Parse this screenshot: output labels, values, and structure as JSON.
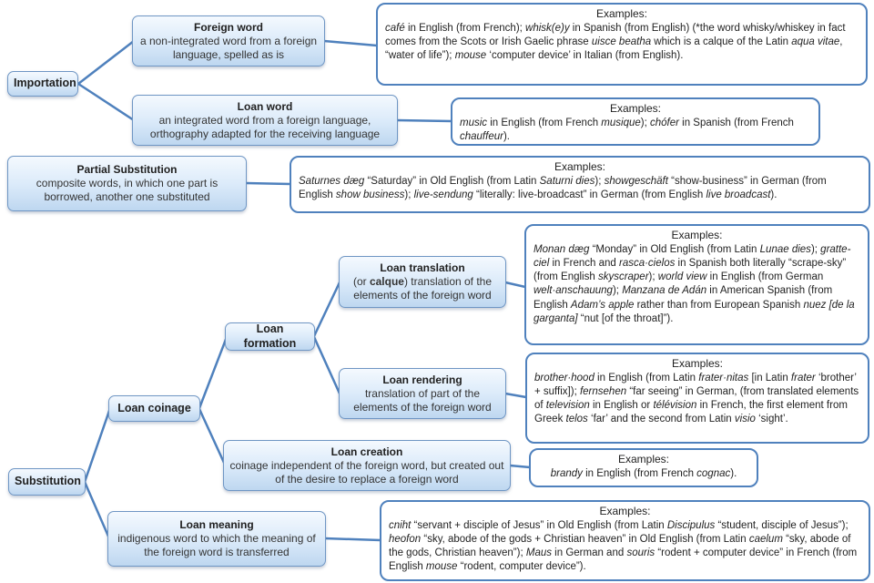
{
  "colors": {
    "accent": "#4f81bd",
    "node_border": "#6f96c4",
    "node_fill_top": "#f4f9fe",
    "node_fill_bottom": "#bed7f0",
    "example_border": "#4f81bd",
    "text": "#262626"
  },
  "nodes": {
    "importation": {
      "label": "Importation"
    },
    "foreign_word": {
      "title": "Foreign word",
      "desc": "a non-integrated word from a foreign language, spelled as is"
    },
    "loan_word": {
      "title": "Loan word",
      "desc": "an integrated word from a foreign language, orthography adapted for the receiving language"
    },
    "partial_substitution": {
      "title": "Partial Substitution",
      "desc": "composite words, in which one part is borrowed, another one substituted"
    },
    "substitution": {
      "label": "Substitution"
    },
    "loan_coinage": {
      "label": "Loan coinage"
    },
    "loan_formation": {
      "label": "Loan formation"
    },
    "loan_translation": {
      "title": "Loan translation",
      "desc_rich": [
        {
          "t": "(or "
        },
        {
          "t": "calque",
          "b": true
        },
        {
          "t": ") translation of the elements of the foreign word"
        }
      ]
    },
    "loan_rendering": {
      "title": "Loan rendering",
      "desc": "translation of part of the elements of the foreign word"
    },
    "loan_creation": {
      "title": "Loan creation",
      "desc": "coinage independent of the foreign word, but created out of the desire to replace a foreign word"
    },
    "loan_meaning": {
      "title": "Loan meaning",
      "desc": "indigenous word to which the meaning of the foreign word is transferred"
    }
  },
  "examples": {
    "foreign_word": {
      "heading": "Examples:",
      "body": [
        {
          "t": "café",
          "i": true
        },
        {
          "t": " in English (from French); "
        },
        {
          "t": "whisk(e)y",
          "i": true
        },
        {
          "t": " in Spanish (from English) (*the word whisky/whiskey in fact comes from the Scots or Irish Gaelic phrase "
        },
        {
          "t": "uisce beatha",
          "i": true
        },
        {
          "t": " which is a calque of the Latin "
        },
        {
          "t": "aqua vitae",
          "i": true
        },
        {
          "t": ", “water of life”); "
        },
        {
          "t": "mouse",
          "i": true
        },
        {
          "t": " ‘computer device’ in Italian (from English)."
        }
      ]
    },
    "loan_word": {
      "heading": "Examples:",
      "body": [
        {
          "t": "music",
          "i": true
        },
        {
          "t": " in English (from French "
        },
        {
          "t": "musique",
          "i": true
        },
        {
          "t": "); "
        },
        {
          "t": "chófer",
          "i": true
        },
        {
          "t": " in Spanish (from French "
        },
        {
          "t": "chauffeur",
          "i": true
        },
        {
          "t": ")."
        }
      ]
    },
    "partial_substitution": {
      "heading": "Examples:",
      "body": [
        {
          "t": "Saturnes dæg",
          "i": true
        },
        {
          "t": " “Saturday” in Old English (from Latin "
        },
        {
          "t": "Saturni dies",
          "i": true
        },
        {
          "t": "); "
        },
        {
          "t": "showgeschäft",
          "i": true
        },
        {
          "t": " “show-business” in German (from English "
        },
        {
          "t": "show business",
          "i": true
        },
        {
          "t": "); "
        },
        {
          "t": "live-sendung",
          "i": true
        },
        {
          "t": " “literally: live-broadcast” in German (from English "
        },
        {
          "t": "live broadcast",
          "i": true
        },
        {
          "t": ")."
        }
      ]
    },
    "loan_translation": {
      "heading": "Examples:",
      "body": [
        {
          "t": "Monan dæg",
          "i": true
        },
        {
          "t": " “Monday” in Old English (from Latin "
        },
        {
          "t": "Lunae dies",
          "i": true
        },
        {
          "t": "); "
        },
        {
          "t": "gratte-ciel",
          "i": true
        },
        {
          "t": " in French and "
        },
        {
          "t": "rasca·cielos",
          "i": true
        },
        {
          "t": " in Spanish both literally “scrape-sky” (from English "
        },
        {
          "t": "skyscraper",
          "i": true
        },
        {
          "t": "); "
        },
        {
          "t": "world view",
          "i": true
        },
        {
          "t": " in English (from German "
        },
        {
          "t": "welt·anschauung",
          "i": true
        },
        {
          "t": "); "
        },
        {
          "t": "Manzana de Adán",
          "i": true
        },
        {
          "t": " in American Spanish (from English "
        },
        {
          "t": "Adam’s apple",
          "i": true
        },
        {
          "t": " rather than from European Spanish "
        },
        {
          "t": "nuez [de la garganta]",
          "i": true
        },
        {
          "t": " “nut [of the throat]”)."
        }
      ]
    },
    "loan_rendering": {
      "heading": "Examples:",
      "body": [
        {
          "t": "brother·hood",
          "i": true
        },
        {
          "t": " in English (from Latin "
        },
        {
          "t": "frater·nitas",
          "i": true
        },
        {
          "t": " [in Latin "
        },
        {
          "t": "frater",
          "i": true
        },
        {
          "t": " ‘brother’ + suffix]); "
        },
        {
          "t": "fernsehen",
          "i": true
        },
        {
          "t": " “far seeing” in German, (from translated elements of "
        },
        {
          "t": "television",
          "i": true
        },
        {
          "t": " in English or "
        },
        {
          "t": "télévision",
          "i": true
        },
        {
          "t": " in French, the first element from Greek "
        },
        {
          "t": "telos",
          "i": true
        },
        {
          "t": " ‘far’ and the second from Latin "
        },
        {
          "t": "visio",
          "i": true
        },
        {
          "t": " ‘sight’."
        }
      ]
    },
    "loan_creation": {
      "heading": "Examples:",
      "body": [
        {
          "t": "brandy",
          "i": true
        },
        {
          "t": " in English (from French "
        },
        {
          "t": "cognac",
          "i": true
        },
        {
          "t": ")."
        }
      ]
    },
    "loan_meaning": {
      "heading": "Examples:",
      "body": [
        {
          "t": "cniht",
          "i": true
        },
        {
          "t": " “servant + disciple of Jesus” in Old English (from Latin "
        },
        {
          "t": "Discipulus",
          "i": true
        },
        {
          "t": " “student, disciple of Jesus”); "
        },
        {
          "t": "heofon",
          "i": true
        },
        {
          "t": " “sky, abode of the gods + Christian heaven” in Old English (from Latin "
        },
        {
          "t": "caelum",
          "i": true
        },
        {
          "t": " “sky, abode of the gods, Christian heaven”); "
        },
        {
          "t": "Maus",
          "i": true
        },
        {
          "t": " in German and "
        },
        {
          "t": "souris",
          "i": true
        },
        {
          "t": " “rodent + computer device” in French (from English "
        },
        {
          "t": "mouse",
          "i": true
        },
        {
          "t": " “rodent, computer device”)."
        }
      ]
    }
  }
}
